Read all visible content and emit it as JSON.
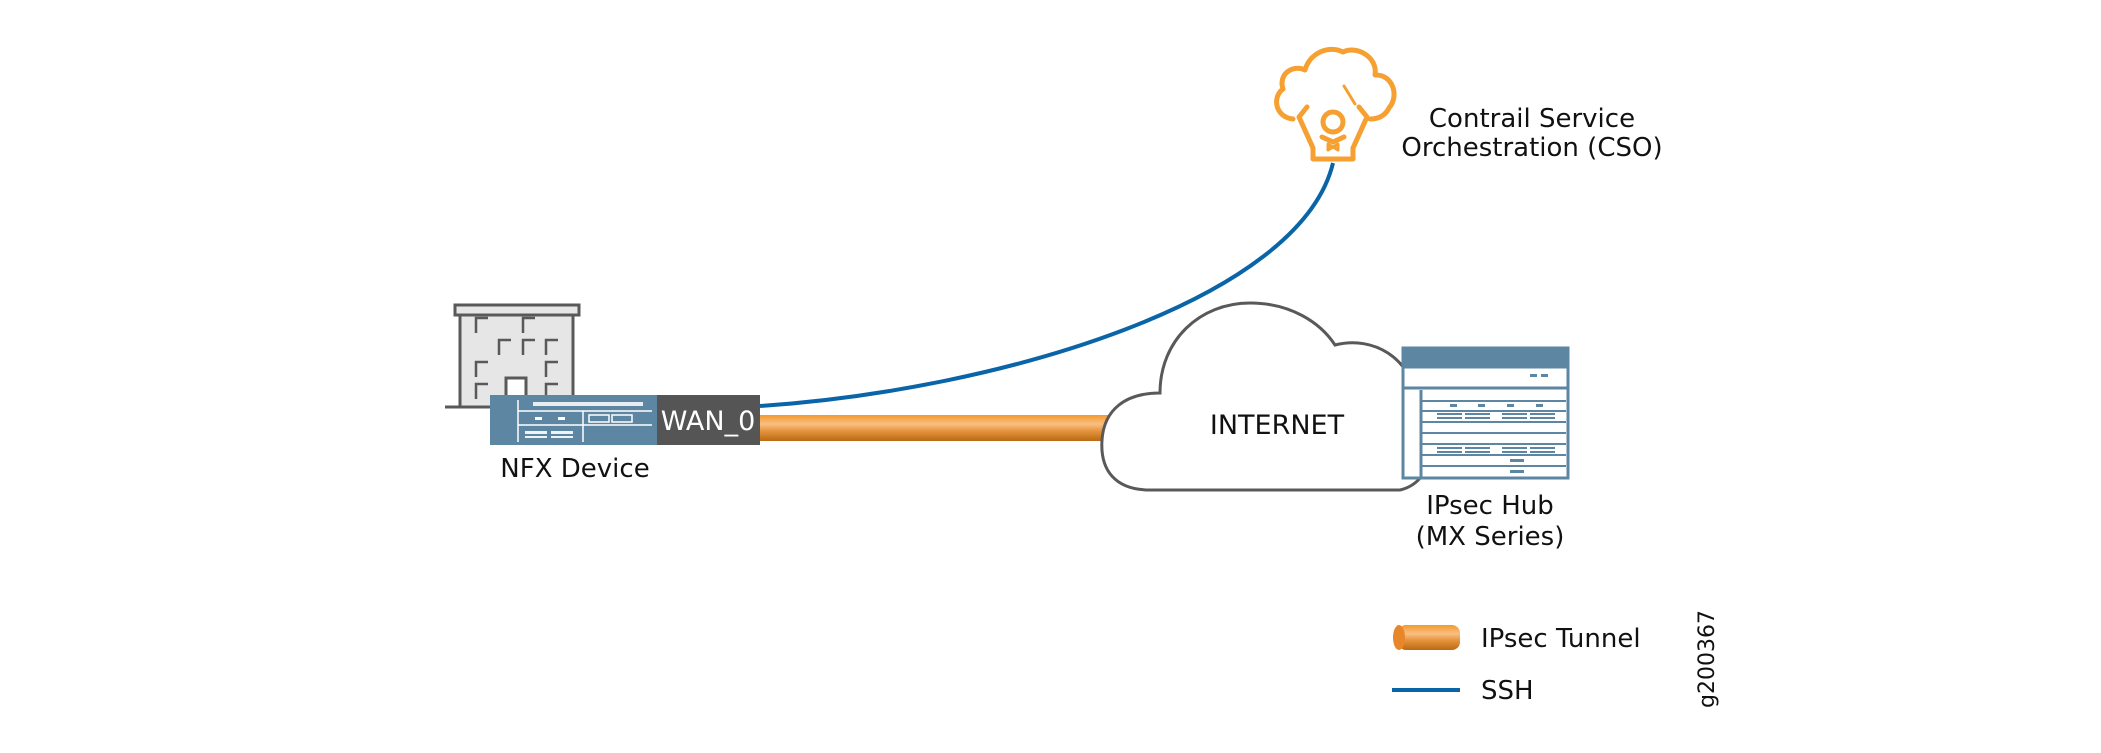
{
  "diagram": {
    "nodes": {
      "cso": {
        "label_lines": [
          "Contrail Service",
          "Orchestration (CSO)"
        ],
        "icon": "cloud-conductor-icon"
      },
      "nfx": {
        "label": "NFX Device",
        "port_label": "WAN_0",
        "icon": "building-icon"
      },
      "internet": {
        "label": "INTERNET",
        "icon": "cloud-icon"
      },
      "hub": {
        "label_lines": [
          "IPsec Hub",
          "(MX Series)"
        ],
        "icon": "mx-chassis-icon"
      }
    },
    "links": [
      {
        "from": "nfx",
        "to": "cso",
        "type": "SSH"
      },
      {
        "from": "nfx",
        "to": "internet",
        "type": "IPsec Tunnel"
      }
    ],
    "legend": [
      {
        "label": "IPsec Tunnel",
        "icon": "tunnel-pipe-icon"
      },
      {
        "label": "SSH",
        "icon": "blue-line-icon"
      }
    ],
    "figure_id": "g200367",
    "colors": {
      "ssh": "#0a64a8",
      "tunnel": "#f09a32",
      "cso_accent": "#f5a030",
      "device_blue": "#5d86a3",
      "port_gray": "#555555",
      "outline_gray": "#595959"
    }
  }
}
